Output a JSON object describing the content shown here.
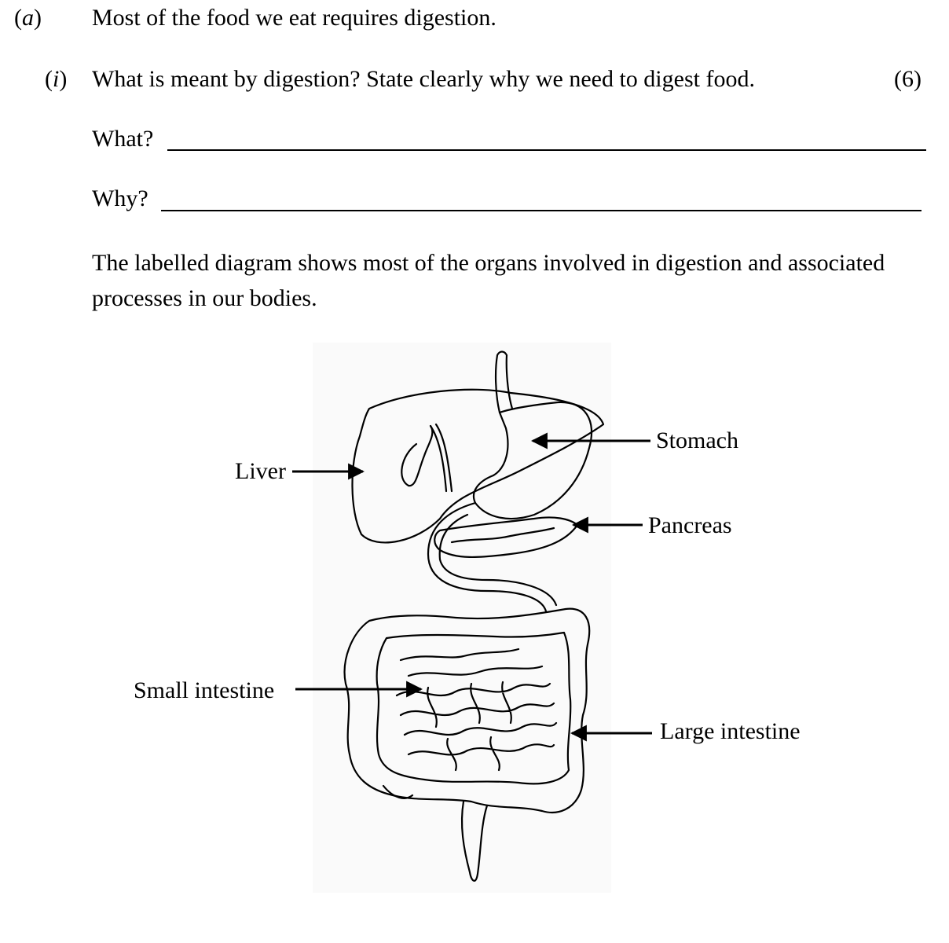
{
  "part_a": {
    "open": "(",
    "letter": "a",
    "close": ")",
    "text": "Most of the food we eat requires digestion."
  },
  "part_i": {
    "open": "(",
    "letter": "i",
    "close": ")",
    "question": "What is meant by digestion? State clearly why we need to digest food.",
    "marks": "(6)"
  },
  "answers": {
    "what_label": "What?",
    "why_label": "Why?"
  },
  "intro": "The labelled diagram shows most of the organs involved in digestion and associated processes in our bodies.",
  "diagram": {
    "labels": {
      "liver": "Liver",
      "stomach": "Stomach",
      "pancreas": "Pancreas",
      "small_intestine": "Small intestine",
      "large_intestine": "Large intestine"
    }
  }
}
